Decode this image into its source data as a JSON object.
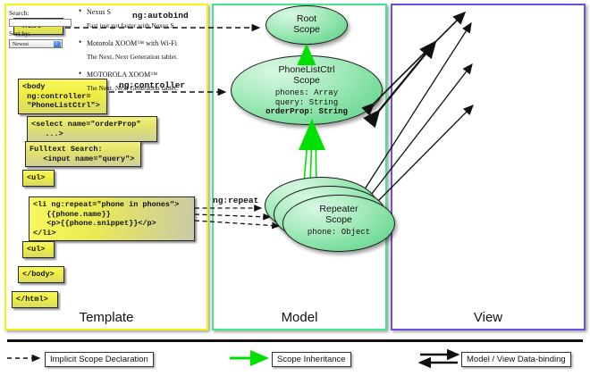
{
  "panels": [
    {
      "id": "template",
      "label": "Template",
      "border_color": "#f2f215"
    },
    {
      "id": "model",
      "label": "Model",
      "border_color": "#45e58e"
    },
    {
      "id": "view",
      "label": "View",
      "border_color": "#6b4fe0"
    }
  ],
  "template": {
    "boxes": [
      {
        "name": "html-open-tag",
        "code": "<html>"
      },
      {
        "name": "body-controller-tag",
        "code": "<body\n ng:controller=\n \"PhoneListCtrl\">"
      },
      {
        "name": "select-orderprop",
        "code": "<select name=\"orderProp\"\n   ...>"
      },
      {
        "name": "fulltext-search",
        "code": "Fulltext Search:\n   <input name=\"query\">"
      },
      {
        "name": "ul-open-tag",
        "code": "<ul>"
      },
      {
        "name": "li-ngrepeat",
        "code": "<li ng:repeat=\"phone in phones\">\n   {{phone.name}}\n   <p>{{phone.snippet}}</p>\n</li>"
      },
      {
        "name": "ul-close-tag",
        "code": "<ul>"
      },
      {
        "name": "body-close-tag",
        "code": "</body>"
      },
      {
        "name": "html-close-tag",
        "code": "</html>"
      }
    ]
  },
  "model": {
    "scopes": [
      {
        "name": "root-scope",
        "title": "Root\nScope",
        "props": ""
      },
      {
        "name": "phonelistctrl-scope",
        "title": "PhoneListCtrl\nScope",
        "props": "phones: Array\nquery: String",
        "bold_prop": "orderProp: String"
      },
      {
        "name": "repeater-scope",
        "title": "Repeater\nScope",
        "props": "phone: Object"
      }
    ]
  },
  "view": {
    "search_label": "Search:",
    "search_value": "",
    "sort_label": "Sort by:",
    "sort_selected": "Newest",
    "sort_options": [
      "Newest"
    ],
    "phones": [
      {
        "name": "Nexus S",
        "snippet": "Fast just got faster with Nexus S."
      },
      {
        "name": "Motorola XOOM™  with Wi-Fi",
        "snippet": "The Next, Next Generation tablet."
      },
      {
        "name": "MOTOROLA XOOM™",
        "snippet": "The Next, Next Generation tablet."
      }
    ]
  },
  "edges": [
    {
      "name": "ng-autobind-label",
      "label": "ng:autobind"
    },
    {
      "name": "ng-controller-label",
      "label": "ng:controller"
    },
    {
      "name": "ng-repeat-label",
      "label": "ng:repeat"
    }
  ],
  "legend": {
    "items": [
      {
        "name": "implicit-scope-declaration",
        "label": "Implicit Scope Declaration",
        "style": "dashed-arrow",
        "color": "#111111"
      },
      {
        "name": "scope-inheritance",
        "label": "Scope Inheritance",
        "style": "solid-arrow",
        "color": "#00e000"
      },
      {
        "name": "model-view-databinding",
        "label": "Model / View Data-binding",
        "style": "double-arrow",
        "color": "#111111"
      }
    ]
  }
}
